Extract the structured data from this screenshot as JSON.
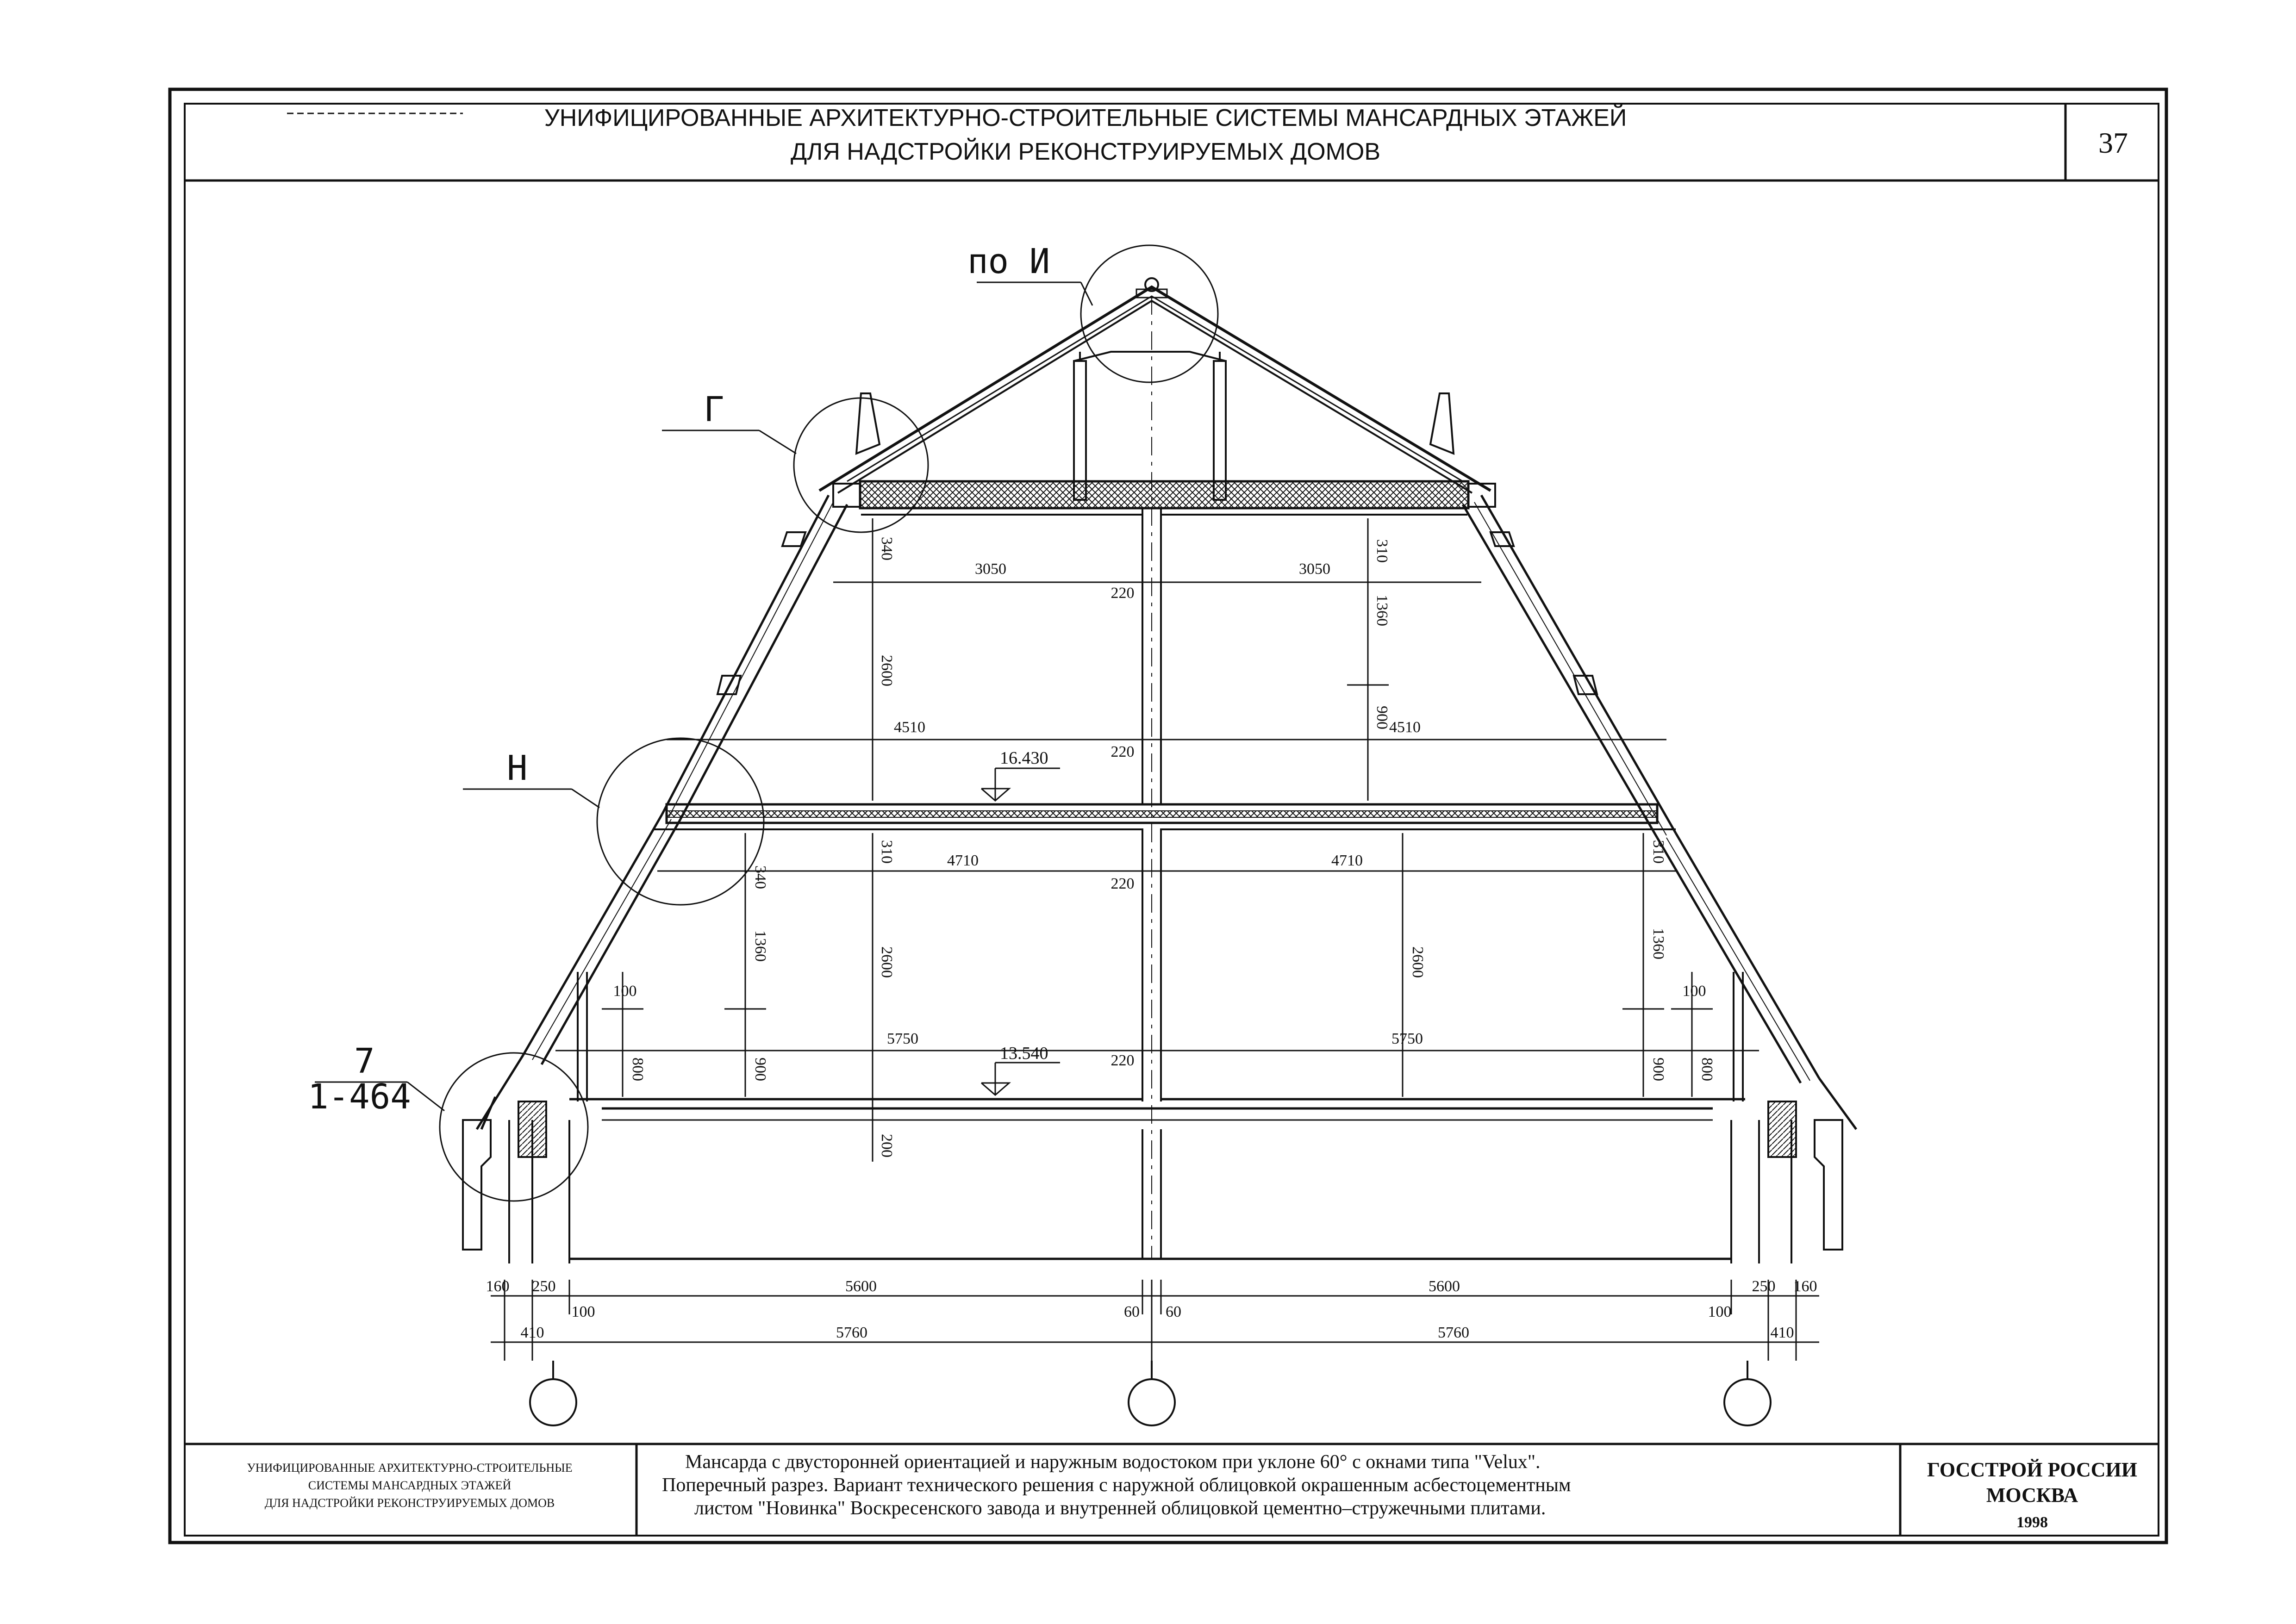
{
  "header": {
    "title_line1": "УНИФИЦИРОВАННЫЕ АРХИТЕКТУРНО-СТРОИТЕЛЬНЫЕ СИСТЕМЫ МАНСАРДНЫХ ЭТАЖЕЙ",
    "title_line2": "ДЛЯ НАДСТРОЙКИ РЕКОНСТРУИРУЕМЫХ ДОМОВ",
    "page_number": "37"
  },
  "callouts": {
    "ridge": "по И",
    "eave_upper": "Г",
    "knee": "Н",
    "base_num": "7",
    "base_ref": "1-464"
  },
  "levels": {
    "upper_floor": "16.430",
    "lower_floor": "13.540"
  },
  "dimensions": {
    "upper_left_span": "3050",
    "upper_right_span": "3050",
    "upper_wall": "220",
    "upper_slab_left": "340",
    "upper_slab_right": "310",
    "upper_height": "2600",
    "upper_right_vert": "1360",
    "upper_right_vert2": "900",
    "mid_left_span": "4510",
    "mid_right_span": "4510",
    "mid_wall": "220",
    "floor_slab_left": "310",
    "floor_slab_left2": "340",
    "floor_slab_right": "310",
    "lower_left_span": "4710",
    "lower_right_span": "4710",
    "lower_wall": "220",
    "lower_left_1360": "1360",
    "lower_left_2600": "2600",
    "lower_right_2600": "2600",
    "lower_right_1360": "1360",
    "lower_left_100": "100",
    "lower_right_100": "100",
    "base_left_span": "5750",
    "base_right_span": "5750",
    "base_wall": "220",
    "base_left_800": "800",
    "base_left_900": "900",
    "base_right_900": "900",
    "base_right_800": "800",
    "base_200": "200",
    "bottom_160_left": "160",
    "bottom_250_left": "250",
    "bottom_5600_left": "5600",
    "bottom_5600_right": "5600",
    "bottom_250_right": "250",
    "bottom_160_right": "160",
    "bottom_100_left": "100",
    "bottom_60_left": "60",
    "bottom_60_right": "60",
    "bottom_100_right": "100",
    "bottom_410_left": "410",
    "bottom_5760_left": "5760",
    "bottom_5760_right": "5760",
    "bottom_410_right": "410"
  },
  "title_block": {
    "left_line1": "УНИФИЦИРОВАННЫЕ АРХИТЕКТУРНО-СТРОИТЕЛЬНЫЕ",
    "left_line2": "СИСТЕМЫ МАНСАРДНЫХ ЭТАЖЕЙ",
    "left_line3": "ДЛЯ НАДСТРОЙКИ РЕКОНСТРУИРУЕМЫХ ДОМОВ",
    "mid_line1": "Мансарда с двусторонней ориентацией и наружным водостоком при уклоне 60° с окнами типа \"Velux\".",
    "mid_line2": "Поперечный разрез. Вариант технического решения с наружной облицовкой окрашенным асбестоцементным",
    "mid_line3": "листом \"Новинка\" Воскресенского завода и внутренней облицовкой цементно–стружечными плитами.",
    "right_line1": "ГОССТРОЙ РОССИИ",
    "right_line2": "МОСКВА",
    "right_line3": "1998"
  }
}
